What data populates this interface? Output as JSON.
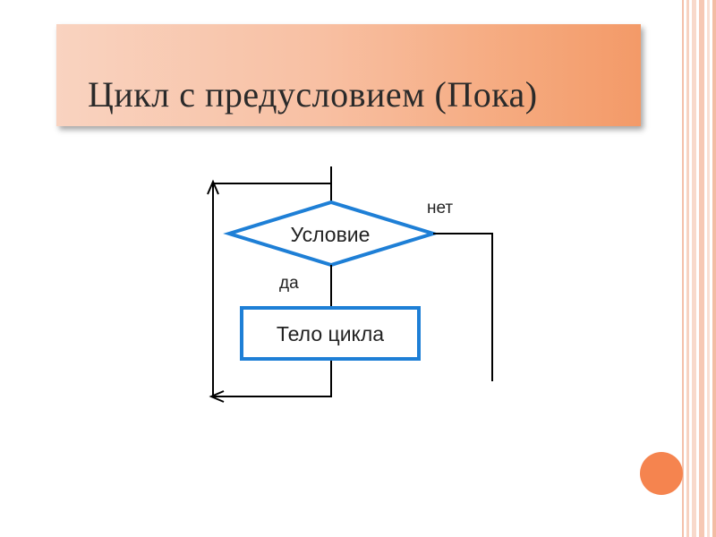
{
  "slide": {
    "title": "Цикл с предусловием (Пока)"
  },
  "flowchart": {
    "condition_label": "Условие",
    "body_label": "Тело цикла",
    "no_label": "нет",
    "yes_label": "да"
  },
  "colors": {
    "title_gradient_start": "#f9d3c0",
    "title_gradient_end": "#f39a68",
    "shape_stroke": "#1e7fd6",
    "line": "#000000",
    "accent_dot": "#f5844f"
  }
}
